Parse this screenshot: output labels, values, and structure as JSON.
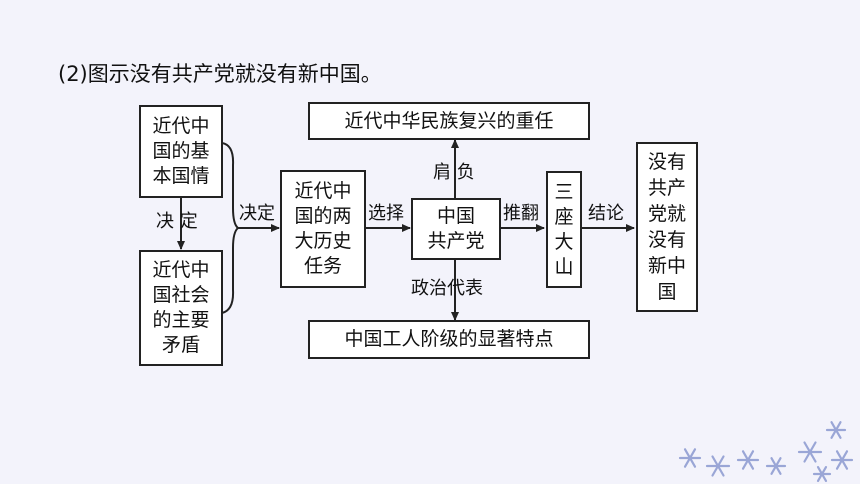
{
  "heading": "(2)图示没有共产党就没有新中国。",
  "boxes": {
    "basic_situation": "近代中\n国的基\n本国情",
    "main_contradiction": "近代中\n国社会\n的主要\n矛盾",
    "historic_tasks": "近代中\n国的两\n大历史\n任务",
    "party": "中国\n共产党",
    "revival": "近代中华民族复兴的重任",
    "working_class": "中国工人阶级的显著特点",
    "three_mountains": "三\n座\n大\n山",
    "conclusion": "没有\n共产\n党就\n没有\n新中\n国"
  },
  "labels": {
    "decide_v": "决 定",
    "decide_h": "决定",
    "choose": "选择",
    "shoulder": "肩 负",
    "overthrow": "推翻",
    "conclusion": "结论",
    "represent": "政治代表"
  },
  "colors": {
    "background": "#f3f3fb",
    "line": "#222222",
    "snowflake": "#9aa6d6"
  }
}
